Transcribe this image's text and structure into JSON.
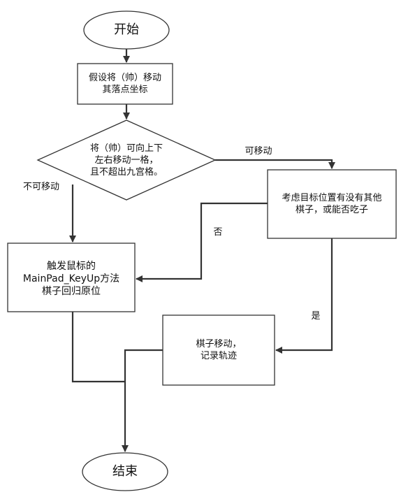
{
  "nodes": {
    "start": {
      "text": "开始"
    },
    "assume": {
      "lines": [
        "假设将（帅）移动",
        "其落点坐标"
      ]
    },
    "decision": {
      "lines": [
        "将（帅）可向上下",
        "左右移动一格，",
        "且不超出九宫格。"
      ]
    },
    "consider": {
      "lines": [
        "考虑目标位置有没有其他",
        "棋子，或能否吃子"
      ]
    },
    "trigger": {
      "lines": [
        "触发鼠标的",
        "MainPad_KeyUp方法",
        "棋子回归原位"
      ]
    },
    "move": {
      "lines": [
        "棋子移动，",
        "记录轨迹"
      ]
    },
    "end": {
      "text": "结束"
    }
  },
  "edge_labels": {
    "movable": "可移动",
    "not_movable": "不可移动",
    "no": "否",
    "yes": "是"
  }
}
